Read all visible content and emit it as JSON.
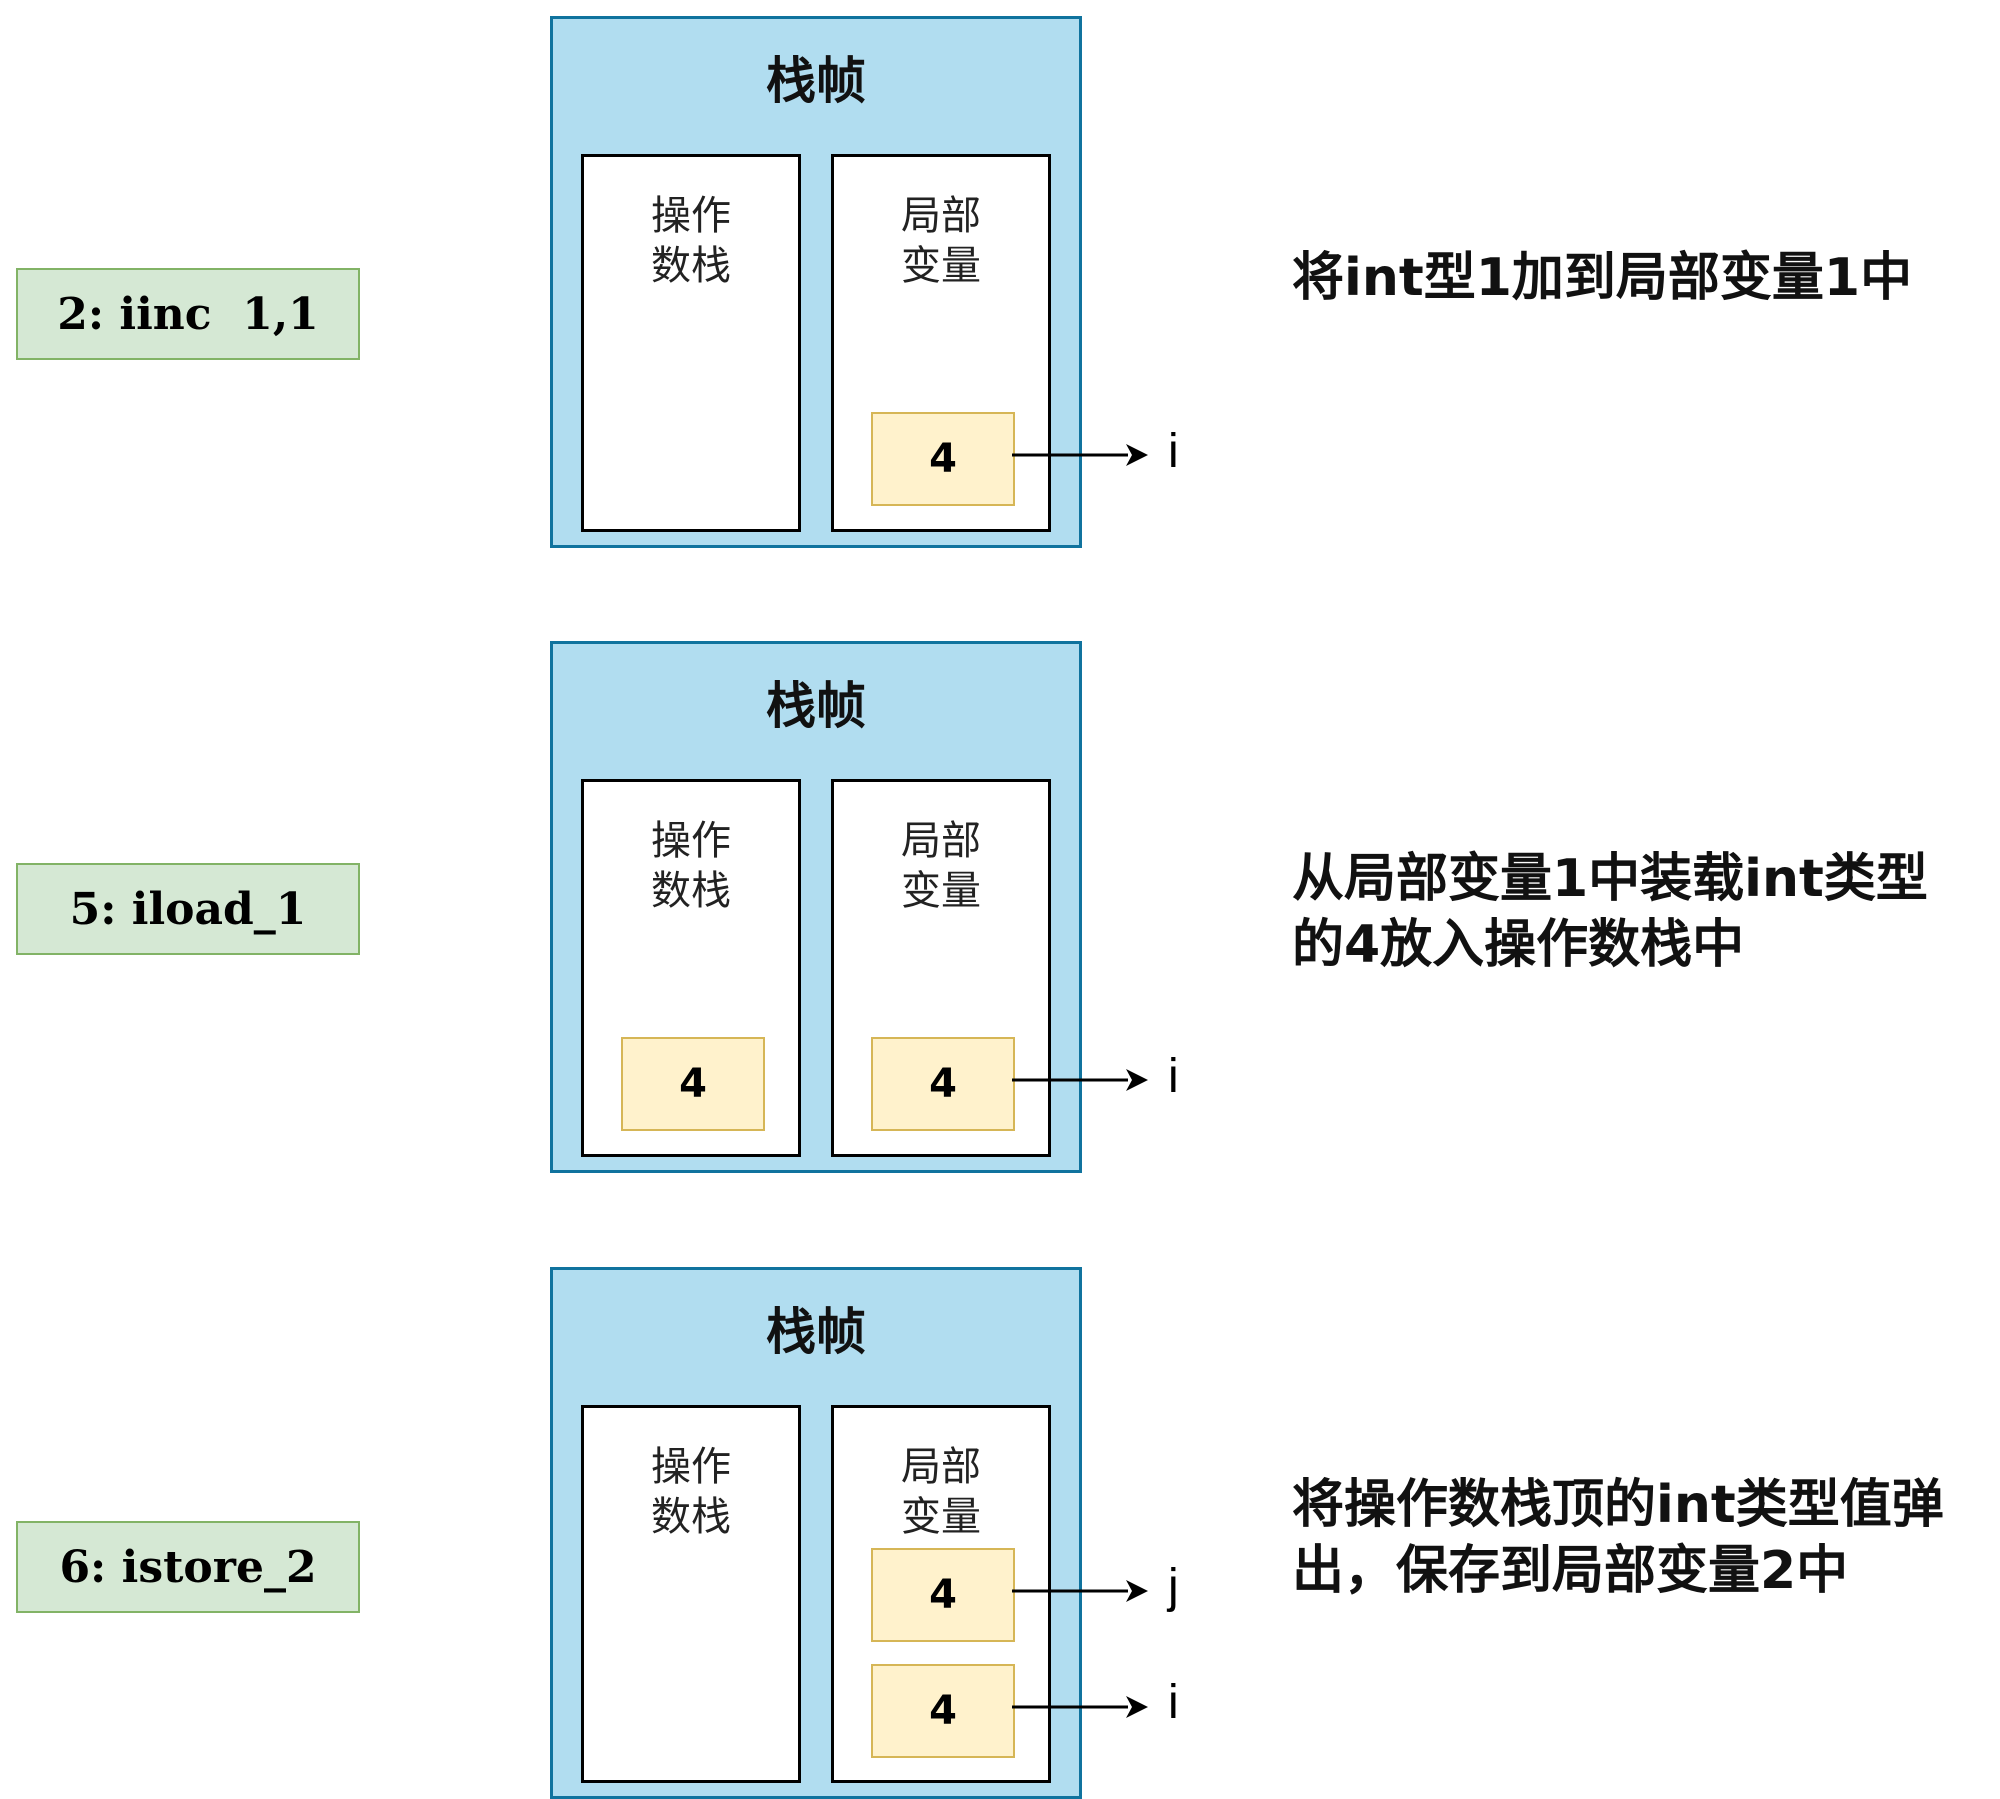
{
  "frame_title": "栈帧",
  "operand_stack_label": [
    "操作",
    "数栈"
  ],
  "local_vars_label": [
    "局部",
    "变量"
  ],
  "steps": [
    {
      "instruction": "2: iinc  1,1",
      "description": [
        "将int型1加到局部变量1中"
      ],
      "operand_stack": [],
      "local_vars": [
        {
          "value": "4",
          "var": "i"
        }
      ]
    },
    {
      "instruction": "5: iload_1",
      "description": [
        "从局部变量1中装载int类型",
        "的4放入操作数栈中"
      ],
      "operand_stack": [
        {
          "value": "4"
        }
      ],
      "local_vars": [
        {
          "value": "4",
          "var": "i"
        }
      ]
    },
    {
      "instruction": "6: istore_2",
      "description": [
        "将操作数栈顶的int类型值弹",
        "出，保存到局部变量2中"
      ],
      "operand_stack": [],
      "local_vars": [
        {
          "value": "4",
          "var": "j"
        },
        {
          "value": "4",
          "var": "i"
        }
      ]
    }
  ],
  "colors": {
    "instruction_fill": "#d5e8d4",
    "instruction_border": "#82b366",
    "frame_fill": "#b1ddf0",
    "frame_border": "#10739e",
    "cell_fill": "#fff2cc",
    "cell_border": "#d6b656"
  }
}
